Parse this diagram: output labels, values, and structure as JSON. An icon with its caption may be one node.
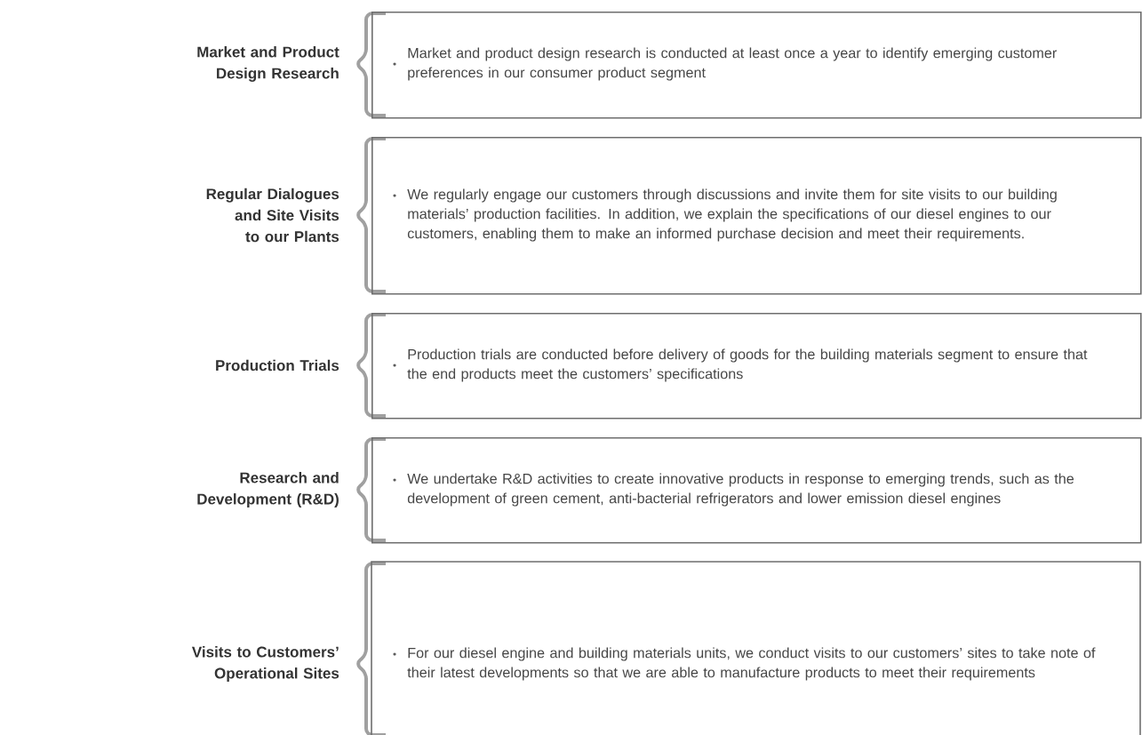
{
  "diagram": {
    "nodes": [
      {
        "text": [
          "Market and Product Design Research",
          "Market and product design research is conducted at least once a year to identify emerging customer preferences in our consumer product segment"
        ]
      },
      {
        "text": [
          "Regular Dialogues and Site Visits to our Plants",
          "We regularly engage our customers through discussions and invite them for site visits to our building materials’ production facilities. In addition, we explain the specifications of our diesel engines to our customers, enabling them to make an informed purchase decision and meet their requirements."
        ]
      },
      {
        "text": [
          "Production Trials",
          "Production trials are conducted before delivery of goods for the building materials segment to ensure that the end products meet the customers’ specifications"
        ]
      },
      {
        "text": [
          "Research and Development (R&D)",
          "We undertake R&D activities to create innovative products in response to emerging trends, such as the development of green cement, anti-bacterial refrigerators and lower emission diesel engines"
        ]
      },
      {
        "text": [
          "Visits to Customers’ Operational Sites",
          "For our diesel engine and building materials units, we conduct visits to our customers’ sites to take note of their latest developments so that we are able to manufacture products to meet their requirements"
        ]
      }
    ]
  }
}
